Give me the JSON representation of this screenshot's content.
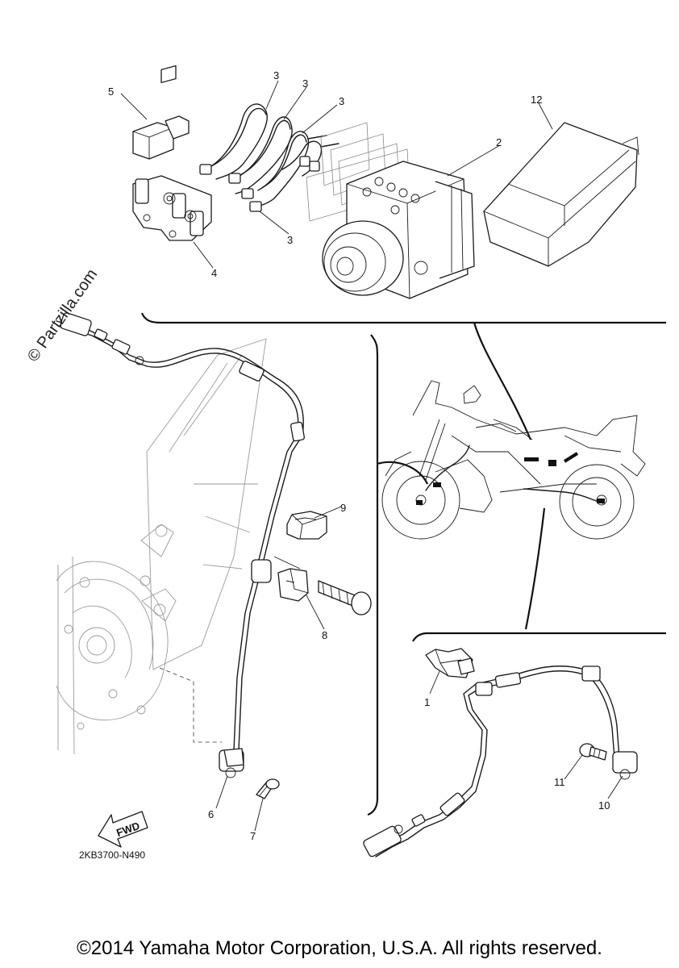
{
  "callouts": [
    {
      "id": "c1",
      "label": "1"
    },
    {
      "id": "c2",
      "label": "2"
    },
    {
      "id": "c3a",
      "label": "3"
    },
    {
      "id": "c3b",
      "label": "3"
    },
    {
      "id": "c3c",
      "label": "3"
    },
    {
      "id": "c3d",
      "label": "3"
    },
    {
      "id": "c4",
      "label": "4"
    },
    {
      "id": "c5",
      "label": "5"
    },
    {
      "id": "c6",
      "label": "6"
    },
    {
      "id": "c7",
      "label": "7"
    },
    {
      "id": "c8",
      "label": "8"
    },
    {
      "id": "c9",
      "label": "9"
    },
    {
      "id": "c10",
      "label": "10"
    },
    {
      "id": "c11",
      "label": "11"
    },
    {
      "id": "c12",
      "label": "12"
    }
  ],
  "fwd_label": "FWD",
  "diagram_code": "2KB3700-N490",
  "watermark": "© Partzilla.com",
  "copyright": "©2014 Yamaha Motor Corporation, U.S.A. All rights reserved."
}
